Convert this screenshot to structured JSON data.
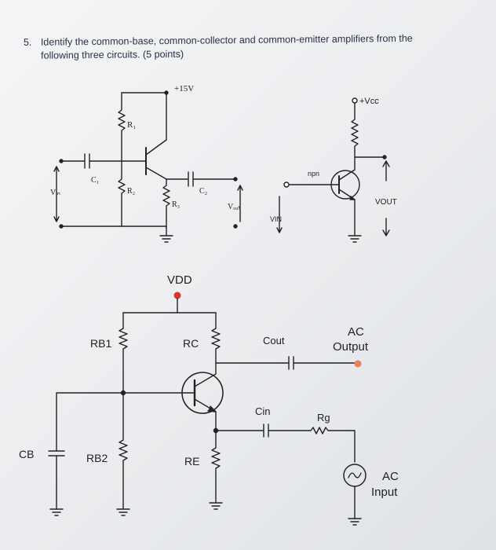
{
  "question": {
    "number": "5.",
    "line1": "Identify the common-base, common-collector and common-emitter amplifiers from the",
    "line2": "following three circuits. (5 points)"
  },
  "circuit1": {
    "supply": "+15V",
    "r1": "R₁",
    "r2": "R₂",
    "r3": "R₃",
    "c1": "C₁",
    "c2": "C₂",
    "vin": "Vᵢₙ",
    "vout": "Vₒᵤₜ"
  },
  "circuit2": {
    "vcc": "+Vcc",
    "transistor": "npn",
    "vin": "VIN",
    "vout": "VOUT"
  },
  "circuit3": {
    "vdd": "VDD",
    "rb1": "RB1",
    "rb2": "RB2",
    "rc": "RC",
    "re": "RE",
    "cb": "CB",
    "cout": "Cout",
    "cin": "Cin",
    "rg": "Rg",
    "ac_output_1": "AC",
    "ac_output_2": "Output",
    "ac_input_1": "AC",
    "ac_input_2": "Input"
  },
  "colors": {
    "ink": "#222222",
    "node": "#e8805a",
    "vdd_node": "#d9362e",
    "question_text": "#2a2f48"
  }
}
